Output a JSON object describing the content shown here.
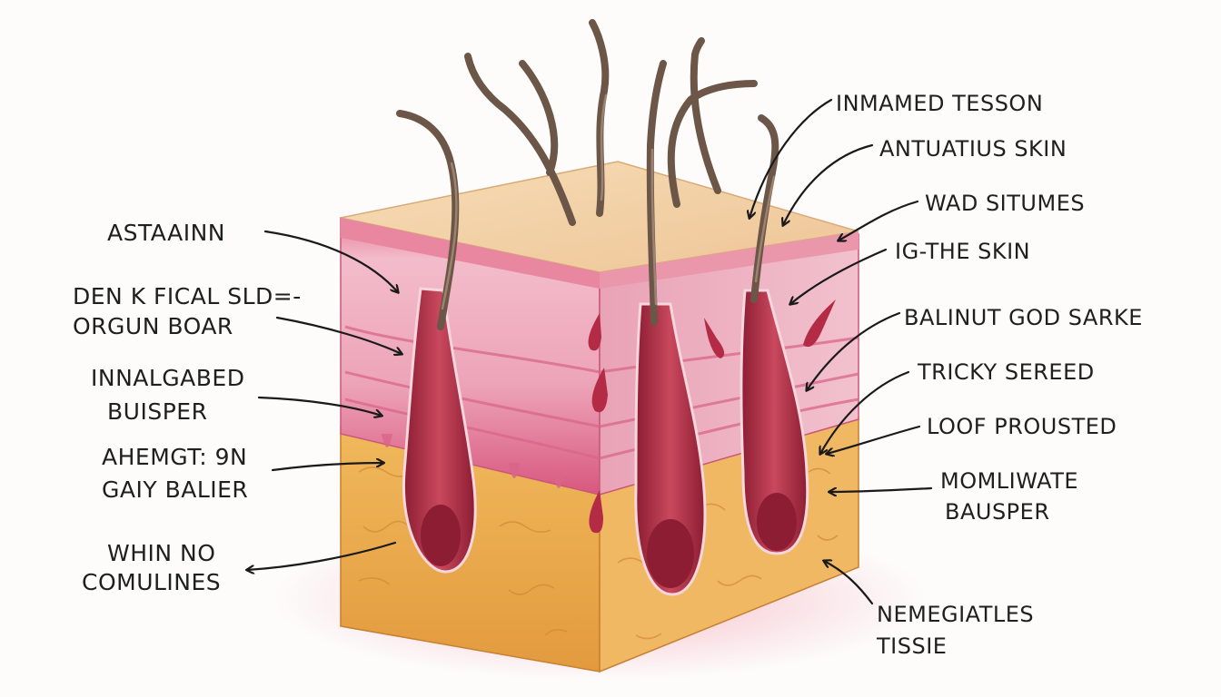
{
  "colors": {
    "epidermis_top": "#f3d2a6",
    "epidermis_edge": "#e58aa0",
    "dermis": "#efb0c0",
    "dermis_band": "#d9668a",
    "hypodermis": "#e9a84c",
    "follicle": "#b83a50",
    "bulb": "#8c1d33",
    "hair": "#6b5647",
    "ink": "#1a1a1a"
  },
  "icons": [
    "hair-strand-icon",
    "follicle-bulb-icon",
    "blood-droplet-icon",
    "arrow-icon"
  ],
  "labels": {
    "left": [
      {
        "lines": [
          "ASTAAINN"
        ]
      },
      {
        "lines": [
          "DEN K FICAL SLD=-",
          "ORGUN  BOAR"
        ]
      },
      {
        "lines": [
          "INNALGABED",
          "BUISPER"
        ]
      },
      {
        "lines": [
          "AHEMGT: 9N",
          "GAIY BALIER"
        ]
      },
      {
        "lines": [
          "WHIN NO",
          "COMULINES"
        ]
      }
    ],
    "right": [
      {
        "lines": [
          "INMAMED TESSON"
        ]
      },
      {
        "lines": [
          "ANTUATIUS SKIN"
        ]
      },
      {
        "lines": [
          "WAD SITUMES"
        ]
      },
      {
        "lines": [
          "IG-THE SKIN"
        ]
      },
      {
        "lines": [
          "BALINUT GOD SARKE"
        ]
      },
      {
        "lines": [
          "TRICKY SEREED"
        ]
      },
      {
        "lines": [
          "LOOF PROUSTED"
        ]
      },
      {
        "lines": [
          "MOMLIWATE",
          "BAUSPER"
        ]
      },
      {
        "lines": [
          "NEMEGIATLES",
          "TISSIE"
        ]
      }
    ]
  }
}
